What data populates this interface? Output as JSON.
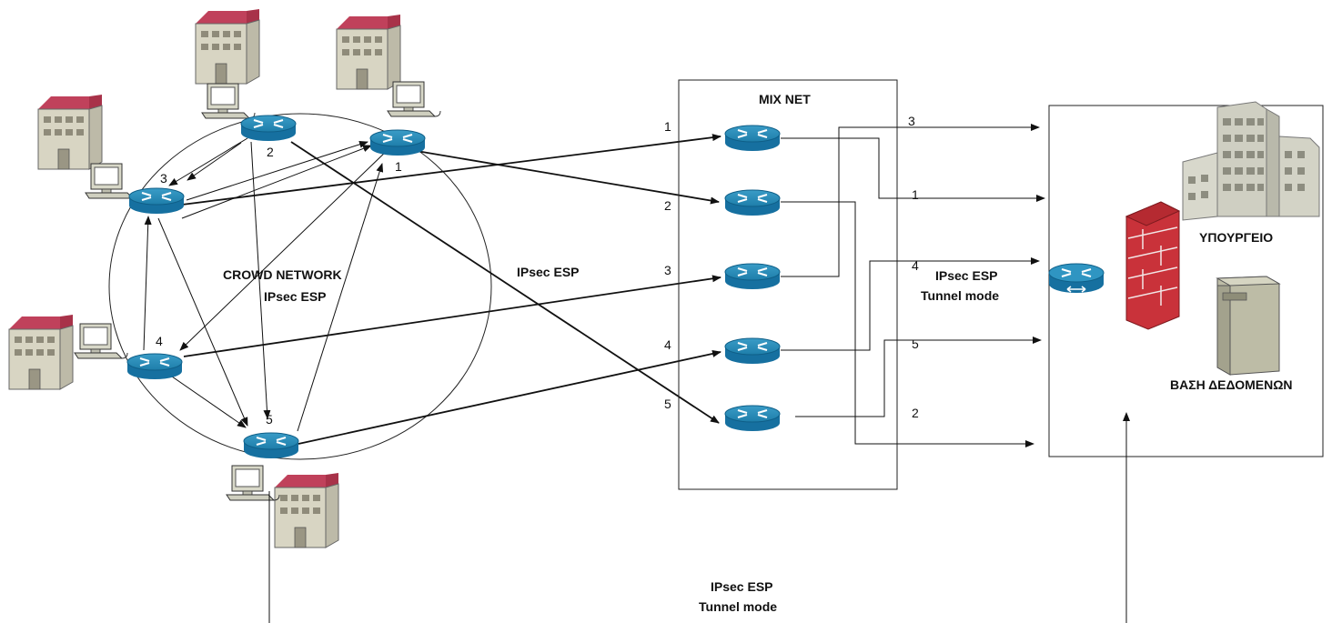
{
  "crowd": {
    "title": "CROWD NETWORK",
    "protocol": "IPsec ESP",
    "nodes": [
      {
        "id": "1",
        "label": "1"
      },
      {
        "id": "2",
        "label": "2"
      },
      {
        "id": "3",
        "label": "3"
      },
      {
        "id": "4",
        "label": "4"
      },
      {
        "id": "5",
        "label": "5"
      }
    ]
  },
  "middle_label": "IPsec ESP",
  "mixnet": {
    "title": "MIX NET",
    "input_labels": [
      "1",
      "2",
      "3",
      "4",
      "5"
    ],
    "output_labels": [
      "3",
      "1",
      "4",
      "5",
      "2"
    ]
  },
  "tunnel_label": {
    "line1": "IPsec ESP",
    "line2": "Tunnel mode"
  },
  "bottom_label": {
    "line1": "IPsec ESP",
    "line2": "Tunnel mode"
  },
  "destination": {
    "ministry": "ΥΠΟΥΡΓΕΙΟ",
    "database": "ΒΑΣΗ ΔΕΔΟΜΕΝΩΝ"
  }
}
